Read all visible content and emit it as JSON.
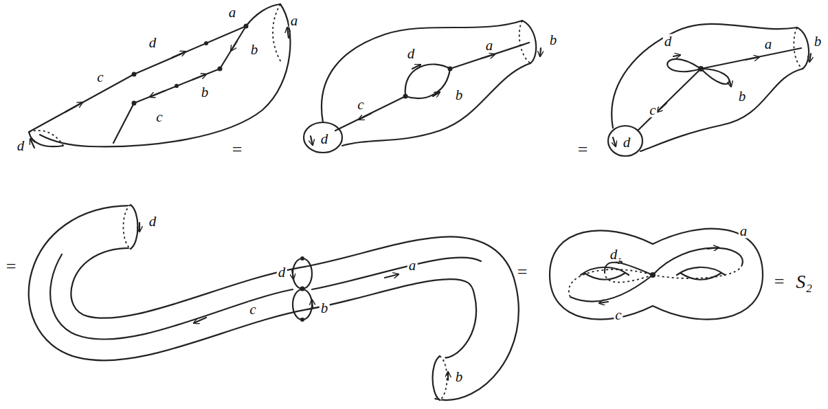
{
  "diagram": {
    "labels": [
      "d",
      "a",
      "b",
      "a",
      "c",
      "b",
      "c",
      "d",
      "=",
      "d",
      "a",
      "b",
      "c",
      "b",
      "d",
      "=",
      "d",
      "a",
      "b",
      "b",
      "c",
      "d",
      "=",
      "d",
      "d",
      "a",
      "b",
      "c",
      "b",
      "=",
      "a",
      "d",
      "c",
      "=",
      "S₂"
    ]
  }
}
